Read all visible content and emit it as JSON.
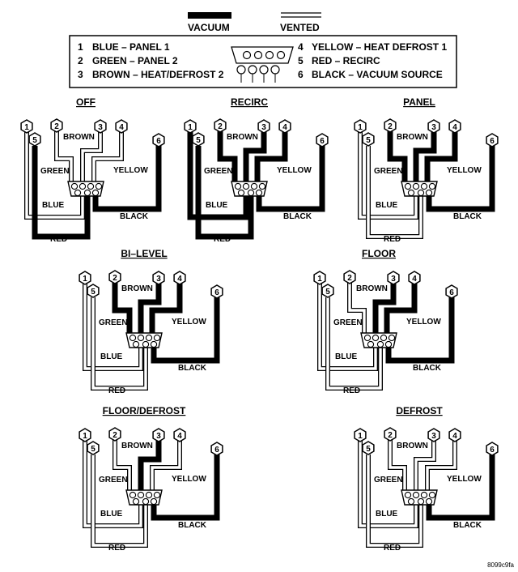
{
  "legend": {
    "vacuum_label": "VACUUM",
    "vented_label": "VENTED",
    "ports": [
      {
        "num": "1",
        "text": "BLUE – PANEL 1"
      },
      {
        "num": "2",
        "text": "GREEN – PANEL 2"
      },
      {
        "num": "3",
        "text": "BROWN – HEAT/DEFROST 2"
      },
      {
        "num": "4",
        "text": "YELLOW – HEAT DEFROST 1"
      },
      {
        "num": "5",
        "text": "RED – RECIRC"
      },
      {
        "num": "6",
        "text": "BLACK – VACUUM SOURCE"
      }
    ]
  },
  "hose_labels": {
    "blue": "BLUE",
    "green": "GREEN",
    "brown": "BROWN",
    "yellow": "YELLOW",
    "red": "RED",
    "black": "BLACK"
  },
  "modes": [
    {
      "title": "OFF",
      "vacuum": [
        "red",
        "black"
      ]
    },
    {
      "title": "RECIRC",
      "vacuum": [
        "red",
        "black",
        "green",
        "brown",
        "yellow",
        "blue"
      ]
    },
    {
      "title": "PANEL",
      "vacuum": [
        "green",
        "brown",
        "yellow",
        "black"
      ]
    },
    {
      "title": "BI–LEVEL",
      "vacuum": [
        "green",
        "brown",
        "yellow",
        "black"
      ]
    },
    {
      "title": "FLOOR",
      "vacuum": [
        "brown",
        "yellow",
        "black"
      ]
    },
    {
      "title": "FLOOR/DEFROST",
      "vacuum": [
        "brown",
        "black"
      ]
    },
    {
      "title": "DEFROST",
      "vacuum": [
        "black"
      ]
    }
  ],
  "figure_id": "8099c9fa"
}
